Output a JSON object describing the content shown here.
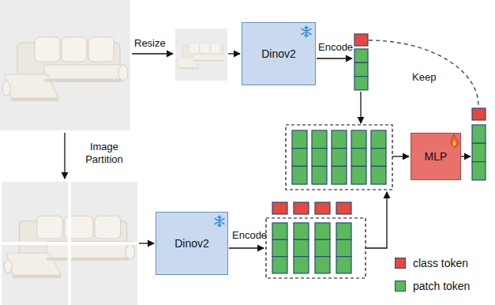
{
  "diagram": {
    "nodes": [
      {
        "text": [
          "Dinov2"
        ]
      },
      {
        "text": [
          "MLP"
        ]
      },
      {
        "text": [
          "Dinov2"
        ]
      }
    ],
    "labels": [
      "Resize",
      "Encode",
      "Keep",
      "Image Partition",
      "Encode"
    ],
    "legend": [
      {
        "text": "class token",
        "color": "#e5483f"
      },
      {
        "text": "patch token",
        "color": "#5cb85c"
      }
    ]
  }
}
